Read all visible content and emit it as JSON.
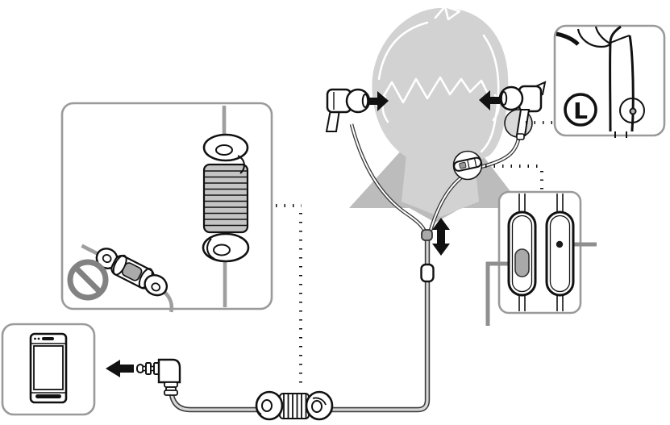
{
  "figure": {
    "title": "earphone-usage-instruction-diagram",
    "channel_marking": "L"
  },
  "colors": {
    "background": "#ffffff",
    "outline": "#1a1a1a",
    "silhouette_gray": "#d2d2d2",
    "shadow_gray": "#bcbcbc",
    "box_border_gray": "#9a9a9a",
    "callout_line_gray": "#8f8f8f",
    "button_gray": "#a9a9a9",
    "cable_gray": "#9e9e9e",
    "prohibition_gray": "#828282",
    "arrow_black": "#111111"
  },
  "parts": {
    "head": "listener-head-silhouette",
    "left_earbud": "left-earbud",
    "right_earbud": "right-earbud",
    "slider": "neck-cord-slider",
    "splitter": "y-cord-splitter",
    "remote_left_view": "remote-multifunction-button",
    "remote_right_view": "remote-microphone-hole",
    "winder_good": "cord-adjuster-correct-winding",
    "winder_bad": "cord-adjuster-incorrect-winding",
    "plug": "l-shaped-stereo-mini-plug",
    "phone": "smartphone"
  }
}
